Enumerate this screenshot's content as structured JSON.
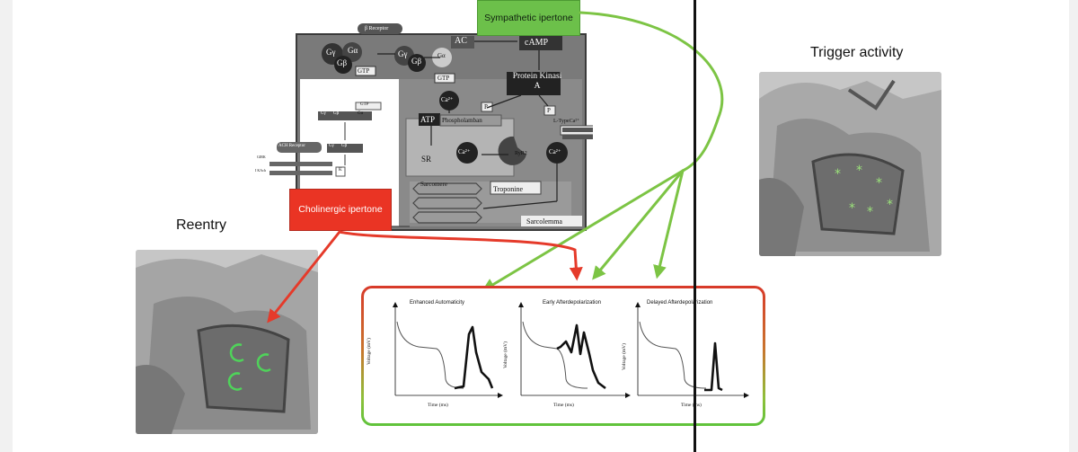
{
  "titles": {
    "trigger": "Trigger activity",
    "reentry": "Reentry"
  },
  "boxes": {
    "sympathetic": "Sympathetic ipertone",
    "cholinergic": "Cholinergic ipertone"
  },
  "pathway": {
    "beta_receptor": "β Receptor",
    "ach_receptor": "ACH Receptor",
    "g_alpha": "Gα",
    "g_gamma": "Gγ",
    "g_beta": "Gβ",
    "gtp": "GTP",
    "ac": "AC",
    "camp": "cAMP",
    "pka": "Protein Kinasi A",
    "ca": "Ca²⁺",
    "atp": "ATP",
    "phospholamban": "Phospholamban",
    "p": "P",
    "sr": "SR",
    "ryr2": "RyR2",
    "ltype": "L-TypeCa²⁺",
    "sarcomere": "Sarcomere",
    "troponine": "Troponine",
    "sarcolemma": "Sarcolemma",
    "girk": "GIRK",
    "ikach": "I KAch",
    "k": "K"
  },
  "graphs": [
    {
      "title": "Enhanced Automaticity",
      "ylabel": "Voltage (mV)",
      "xlabel": "Time (ms)"
    },
    {
      "title": "Early Afterdepolarization",
      "ylabel": "Voltage (mV)",
      "xlabel": "Time (ms)"
    },
    {
      "title": "Delayed Afterdepolarization",
      "ylabel": "Voltage (mV)",
      "xlabel": "Time (ms)"
    }
  ],
  "colors": {
    "sympathetic": "#6cc04a",
    "cholinergic": "#ea3424",
    "arrow_green": "#7cc444",
    "arrow_red": "#e53a2a"
  }
}
